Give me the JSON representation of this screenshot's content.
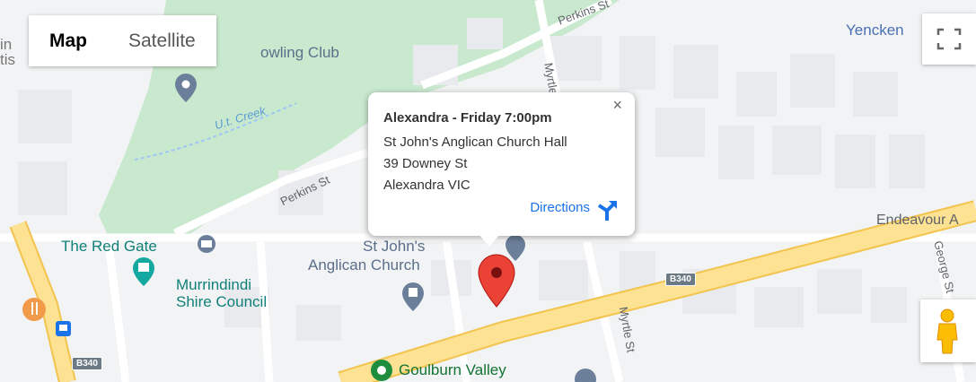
{
  "map_type": {
    "map_label": "Map",
    "satellite_label": "Satellite",
    "selected": "Map"
  },
  "info_window": {
    "title": "Alexandra - Friday 7:00pm",
    "lines": [
      "St John's Anglican Church Hall",
      "39 Downey St",
      "Alexandra VIC"
    ],
    "directions_label": "Directions",
    "close_glyph": "×"
  },
  "labels": {
    "owling_club": "owling Club",
    "creek": "U.t. Creek",
    "perkins_top": "Perkins St",
    "perkins_mid": "Perkins St",
    "myrtle_top": "Myrtle",
    "myrtle_bottom": "Myrtle St",
    "yencken": "Yencken",
    "endeavour": "Endeavour A",
    "george": "George St",
    "red_gate": "The Red Gate",
    "st_johns_1": "St John's",
    "st_johns_2": "Anglican Church",
    "murrindindi_1": "Murrindindi",
    "murrindindi_2": "Shire Council",
    "goulburn": "Goulburn Valley",
    "cut_left_1": "in",
    "cut_left_2": "tis"
  },
  "route_badges": [
    "B340",
    "B340"
  ],
  "icons": {
    "fullscreen": "fullscreen-icon",
    "pegman": "street-view-pegman-icon",
    "marker": "map-marker-icon",
    "directions": "directions-arrow-icon",
    "close": "close-icon"
  },
  "colors": {
    "park": "#c9e9cf",
    "main_road": "#fde293",
    "main_road_edge": "#f2c44e",
    "marker": "#ea4335",
    "link": "#1a73e8",
    "pegman": "#fbbc04"
  }
}
